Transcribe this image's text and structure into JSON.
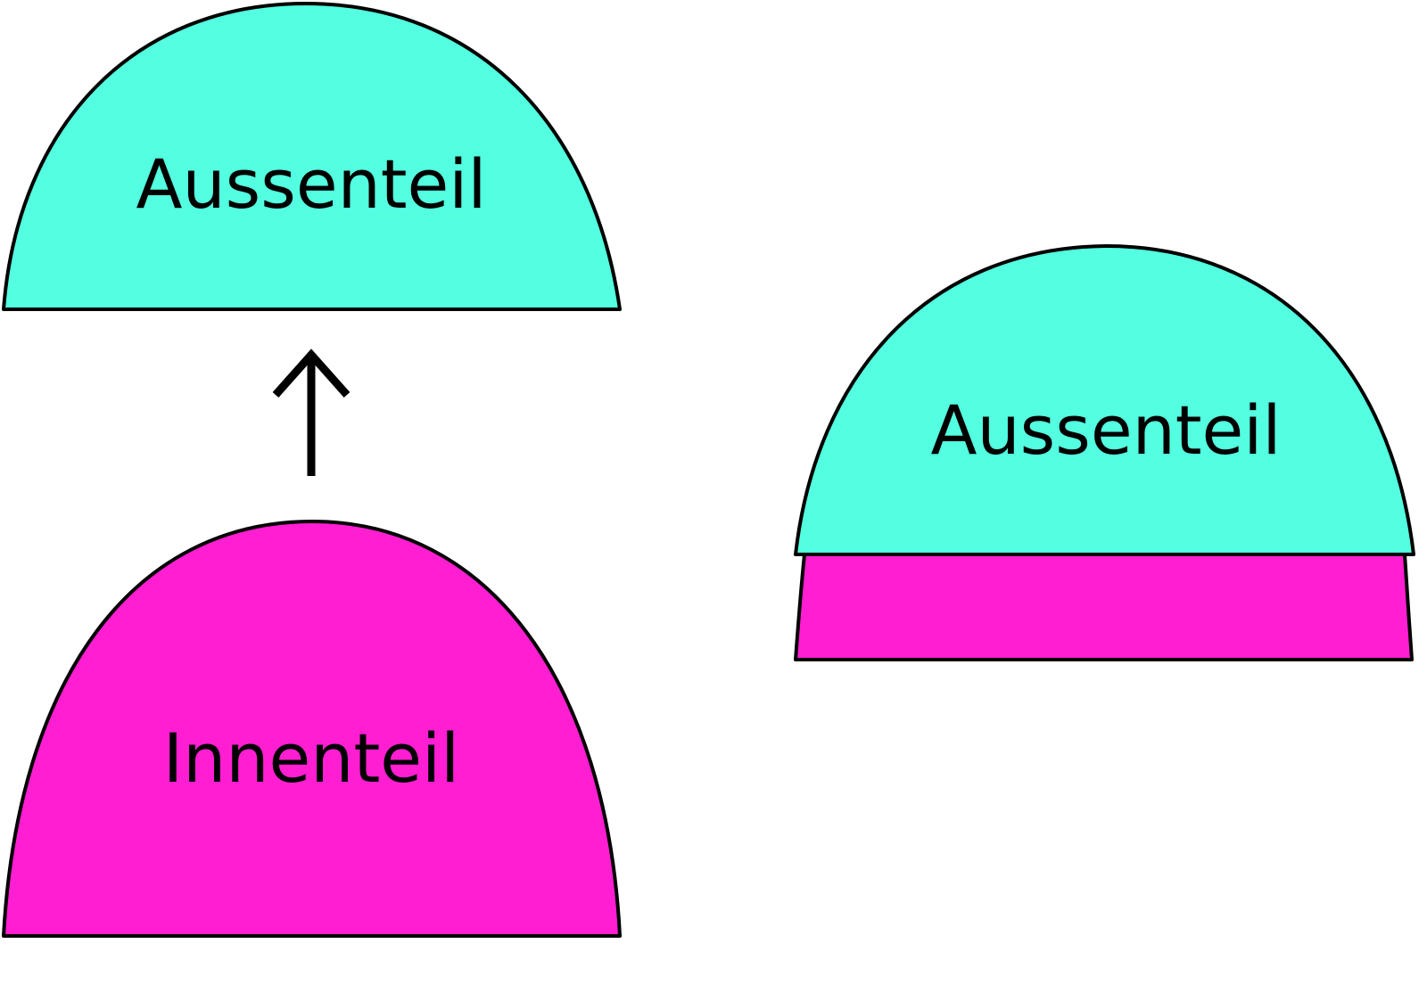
{
  "colors": {
    "outer_part": "#53FFE0",
    "inner_part": "#FF1ED2",
    "outline": "#000000",
    "background": "#FFFFFF"
  },
  "left_group": {
    "outer_label": "Aussenteil",
    "inner_label": "Innenteil",
    "arrow_icon": "arrow-up-icon"
  },
  "right_group": {
    "outer_label": "Aussenteil"
  }
}
